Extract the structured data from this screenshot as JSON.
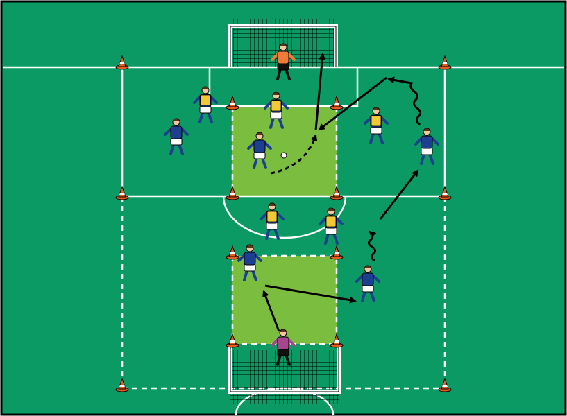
{
  "colors": {
    "grass": "#0b9a63",
    "zone": "#7bbd3f",
    "line": "#ffffff",
    "border": "#000000",
    "cone": "#e85b1e",
    "cone_stripe": "#ffffff",
    "blue_shirt": "#1d3f8f",
    "yellow_bib": "#f2c935",
    "shorts": "#ffffff",
    "socks": "#1d3f8f",
    "skin": "#f3c7a0",
    "keeper_top": "#f07a3a",
    "keeper_bottom_top": "#a6468f",
    "goal_net": "#000000",
    "arrow": "#000000",
    "ball": "#ffffff"
  },
  "icons": [
    "traffic-cone-icon",
    "soccer-player-icon",
    "goalkeeper-icon",
    "soccer-ball-icon",
    "goal-net-icon"
  ],
  "players": [
    {
      "id": "gk-top",
      "kind": "keeper",
      "top": "keeper_top"
    },
    {
      "id": "yellow-left",
      "kind": "yellow"
    },
    {
      "id": "blue-left",
      "kind": "blue"
    },
    {
      "id": "yellow-top-center",
      "kind": "yellow"
    },
    {
      "id": "blue-ball-carrier",
      "kind": "blue"
    },
    {
      "id": "yellow-right",
      "kind": "yellow"
    },
    {
      "id": "blue-right",
      "kind": "blue"
    },
    {
      "id": "yellow-mid-left",
      "kind": "yellow"
    },
    {
      "id": "yellow-mid-right",
      "kind": "yellow"
    },
    {
      "id": "blue-lower-left",
      "kind": "blue"
    },
    {
      "id": "blue-lower-right",
      "kind": "blue"
    },
    {
      "id": "gk-bottom",
      "kind": "keeper",
      "top": "keeper_bottom_top"
    }
  ]
}
